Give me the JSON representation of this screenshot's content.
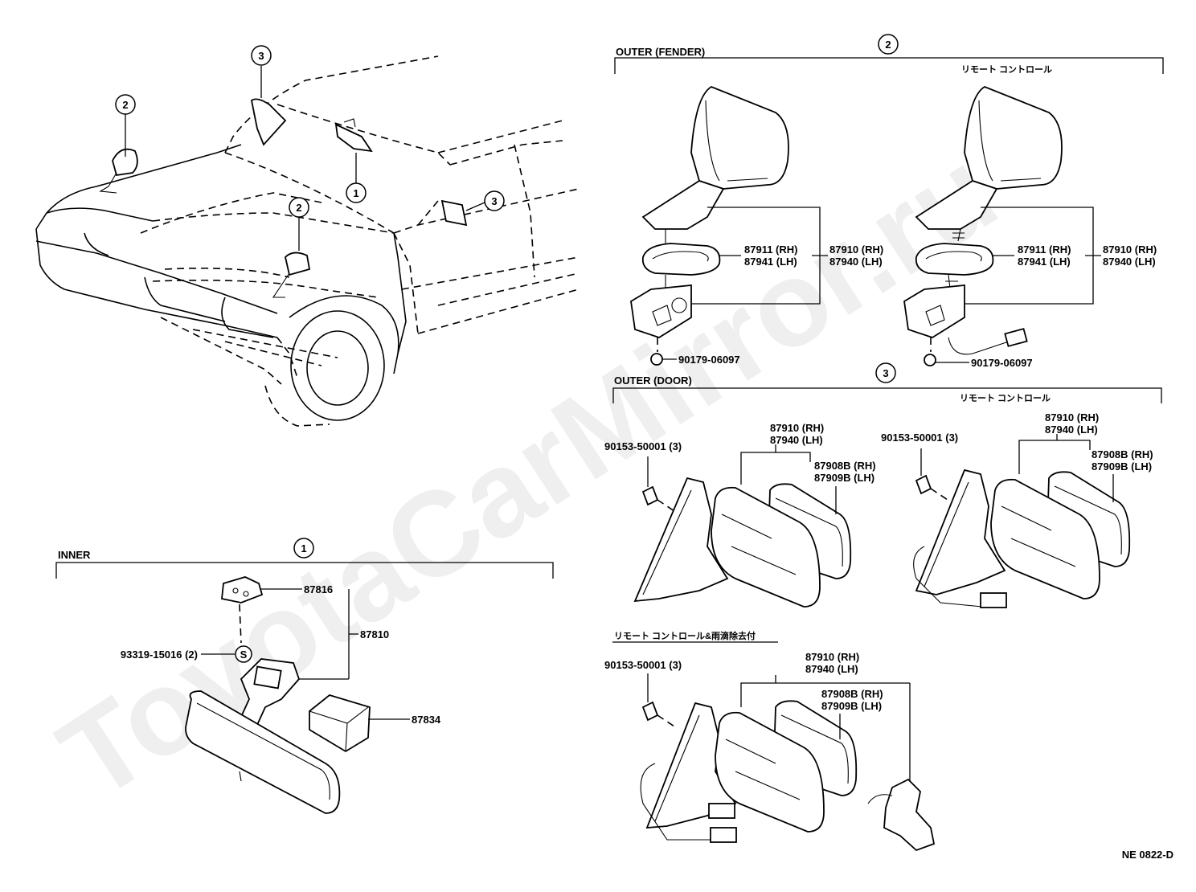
{
  "watermark": "ToyotaCarMirror.ru",
  "diagram_code": "NE 0822-D",
  "callouts": {
    "c1": "1",
    "c2": "2",
    "c3": "3"
  },
  "inner": {
    "title": "INNER",
    "part_87816": "87816",
    "part_87810": "87810",
    "part_93319": "93319-15016 (2)",
    "screw_symbol": "S",
    "part_87834": "87834"
  },
  "outer_fender": {
    "title": "OUTER (FENDER)",
    "remote_label": "リモート コントロール",
    "left": {
      "p1_rh": "87911 (RH)",
      "p1_lh": "87941 (LH)",
      "p2_rh": "87910 (RH)",
      "p2_lh": "87940 (LH)",
      "bolt": "90179-06097"
    },
    "right": {
      "p1_rh": "87911 (RH)",
      "p1_lh": "87941 (LH)",
      "p2_rh": "87910 (RH)",
      "p2_lh": "87940 (LH)",
      "bolt": "90179-06097"
    }
  },
  "outer_door": {
    "title": "OUTER (DOOR)",
    "remote_label": "リモート コントロール",
    "left": {
      "screw": "90153-50001 (3)",
      "mirror_rh": "87910 (RH)",
      "mirror_lh": "87940 (LH)",
      "glass_rh": "87908B (RH)",
      "glass_lh": "87909B (LH)"
    },
    "right": {
      "screw": "90153-50001 (3)",
      "mirror_rh": "87910 (RH)",
      "mirror_lh": "87940 (LH)",
      "glass_rh": "87908B (RH)",
      "glass_lh": "87909B (LH)"
    }
  },
  "remote_heater": {
    "title": "リモート コントロール&雨滴除去付",
    "screw": "90153-50001 (3)",
    "mirror_rh": "87910 (RH)",
    "mirror_lh": "87940 (LH)",
    "glass_rh": "87908B (RH)",
    "glass_lh": "87909B (LH)"
  }
}
